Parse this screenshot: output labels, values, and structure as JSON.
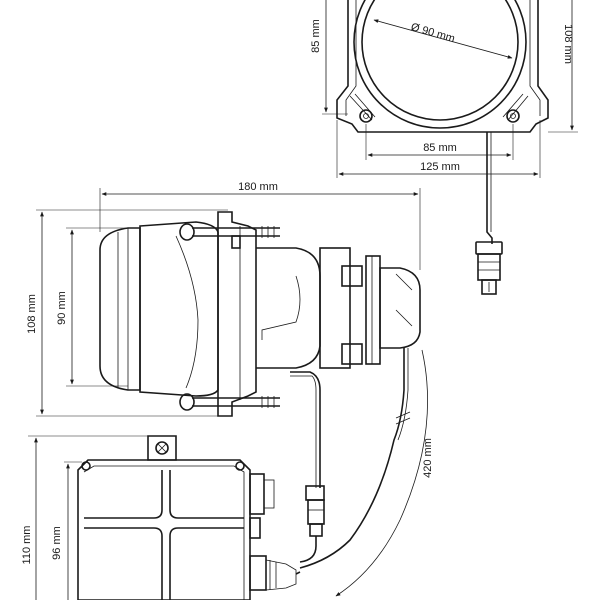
{
  "dimensions": {
    "top_view": {
      "height": "85 mm",
      "diameter": "Ø 90 mm",
      "total_height": "108 mm",
      "mount_spacing": "85 mm",
      "overall_width": "125 mm"
    },
    "side_view": {
      "length": "180 mm",
      "total_height": "108 mm",
      "lens_height": "90 mm",
      "cable_length": "420 mm"
    },
    "ballast": {
      "total_height": "110 mm",
      "body_height": "96 mm"
    }
  }
}
